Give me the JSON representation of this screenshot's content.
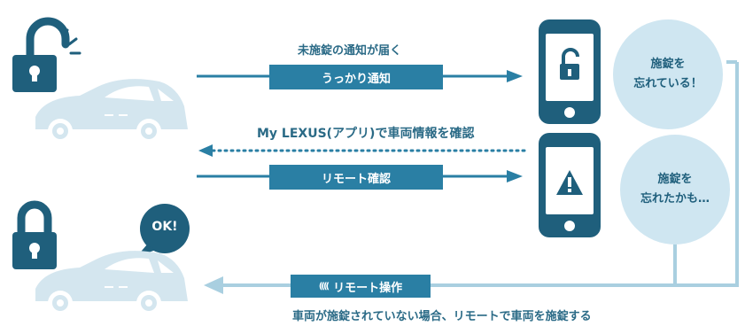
{
  "flow1": {
    "caption": "未施錠の通知が届く",
    "button": "うっかり通知"
  },
  "flow2": {
    "caption": "My LEXUS(アプリ)で車両情報を確認",
    "button": "リモート確認"
  },
  "bubbles": {
    "locked_top": {
      "line1": "施錠を",
      "line2": "忘れている！"
    },
    "forgot_maybe": {
      "line1": "施錠を",
      "line2": "忘れたかも…"
    }
  },
  "ok_badge": "OK!",
  "remote_operation": {
    "icon_glyph": "((((",
    "label": "リモート操作"
  },
  "bottom_caption": "車両が施錠されていない場合、リモートで車両を施錠する",
  "colors": {
    "dark_teal": "#1f5f7c",
    "teal": "#2a7fa4",
    "light_teal": "#cfe6f1",
    "car_light": "#cfe2ec"
  }
}
